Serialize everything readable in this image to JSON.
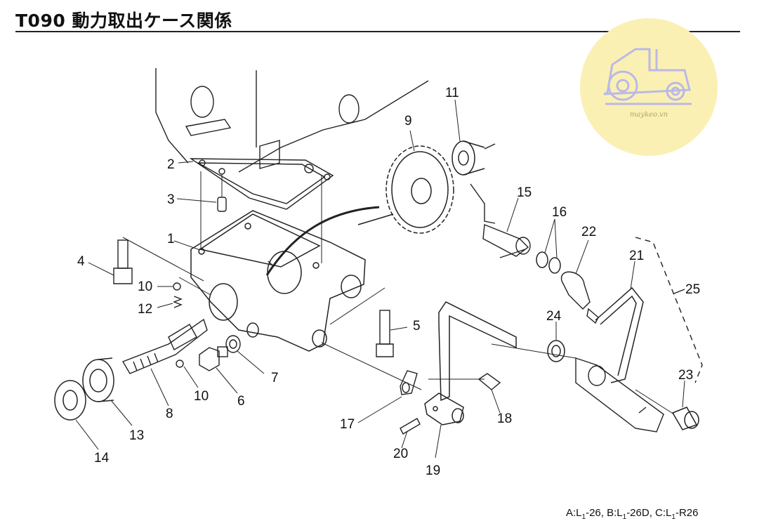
{
  "header": {
    "title": "T090 動力取出ケース関係"
  },
  "watermark": {
    "text": "maykeo.vn",
    "icon": "tractor-icon",
    "color": "#fbf0b4"
  },
  "footer": {
    "models": [
      {
        "prefix": "A:L",
        "sub": "1",
        "suffix": "-26,"
      },
      {
        "prefix": "B:L",
        "sub": "1",
        "suffix": "-26D,"
      },
      {
        "prefix": "C:L",
        "sub": "1",
        "suffix": "-R26"
      }
    ]
  },
  "callouts": [
    "1",
    "2",
    "3",
    "4",
    "5",
    "6",
    "7",
    "8",
    "9",
    "10",
    "10",
    "11",
    "12",
    "13",
    "14",
    "15",
    "16",
    "17",
    "18",
    "19",
    "20",
    "21",
    "22",
    "23",
    "24",
    "25"
  ]
}
